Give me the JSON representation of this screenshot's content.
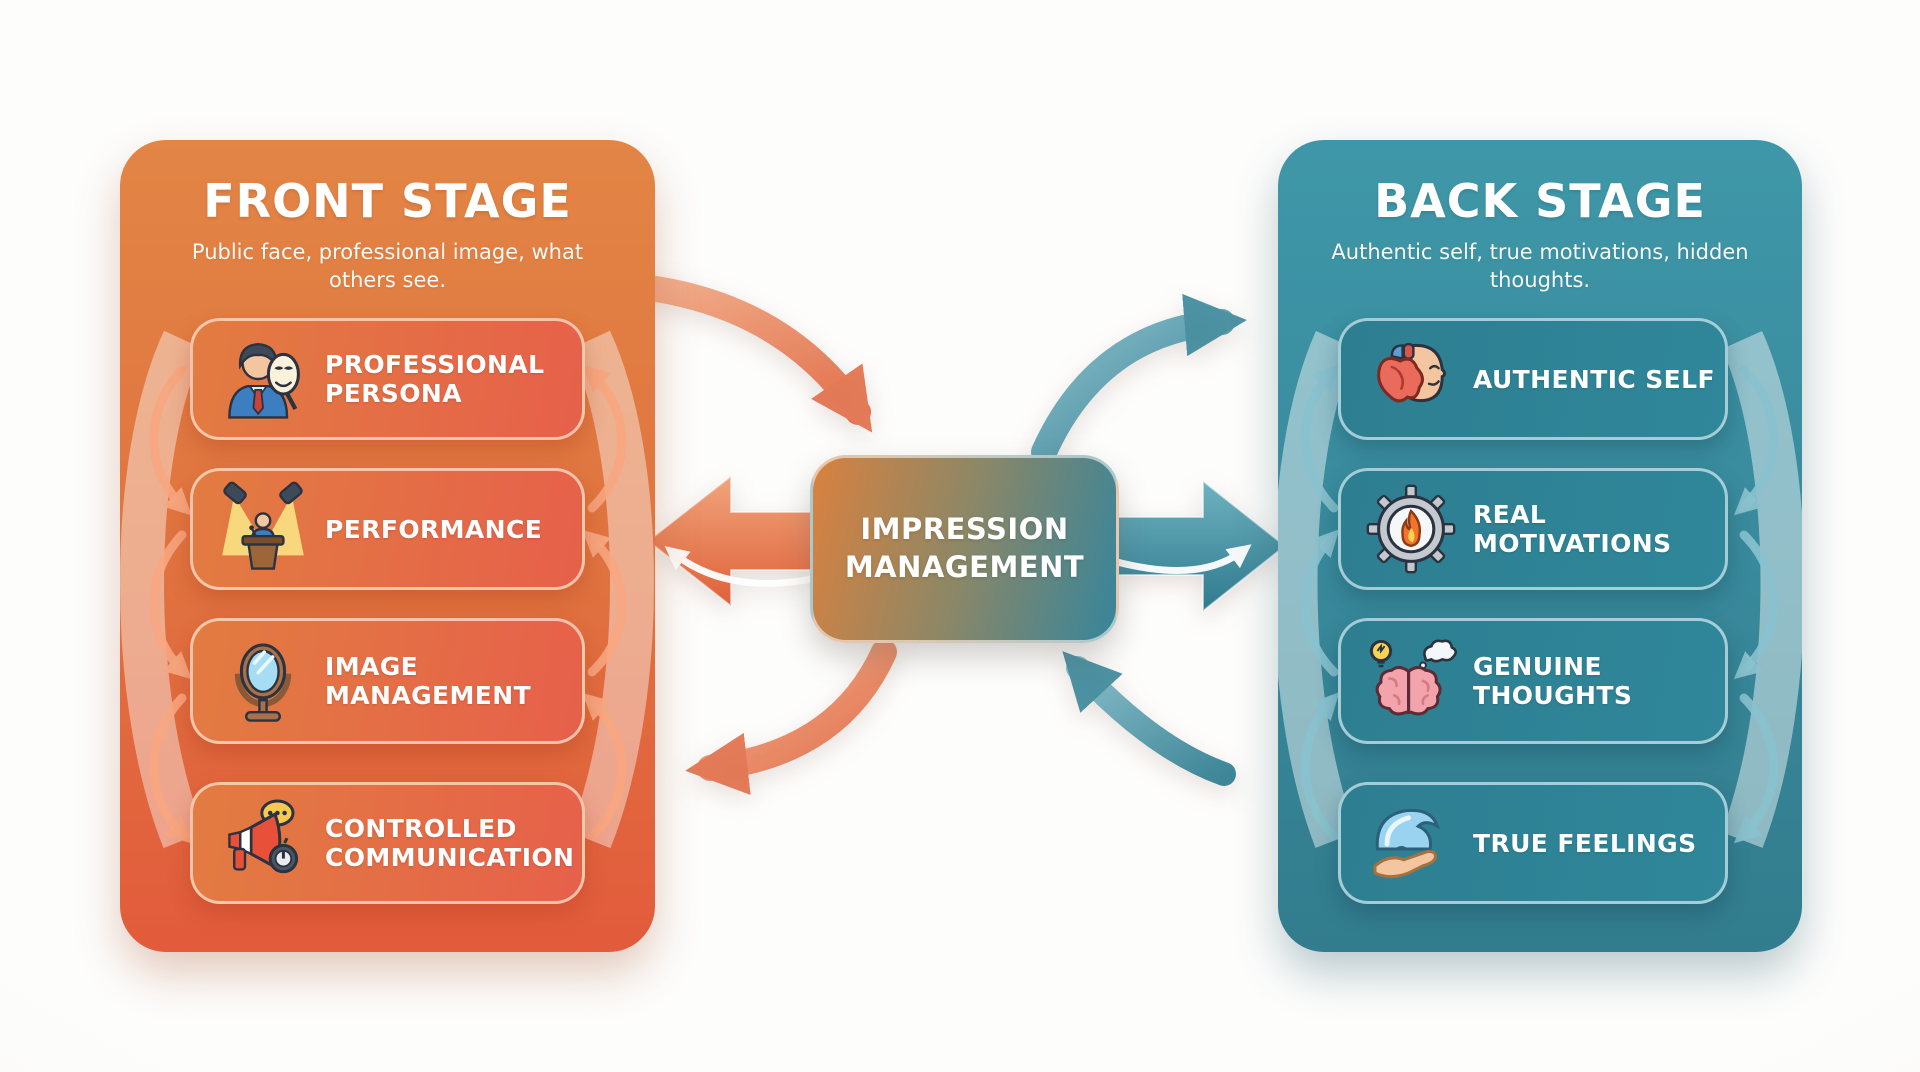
{
  "front_stage": {
    "title": "FRONT STAGE",
    "subtitle": "Public face, professional image, what others see.",
    "accent_color": "#E2823E",
    "card_color": "#E5694A",
    "items": [
      {
        "label": "Professional Persona",
        "icon": "person-mask-icon"
      },
      {
        "label": "Performance",
        "icon": "podium-spotlight-icon"
      },
      {
        "label": "Image Management",
        "icon": "mirror-icon"
      },
      {
        "label": "Controlled Communication",
        "icon": "megaphone-timer-icon"
      }
    ]
  },
  "center": {
    "label": "IMPRESSION MANAGEMENT",
    "gradient_left": "#D9813F",
    "gradient_right": "#37859B"
  },
  "back_stage": {
    "title": "BACK STAGE",
    "subtitle": "Authentic self, true motivations, hidden thoughts.",
    "accent_color": "#3594A5",
    "card_color": "#2E7E91",
    "items": [
      {
        "label": "Authentic Self",
        "icon": "heart-face-icon"
      },
      {
        "label": "Real Motivations",
        "icon": "gear-flame-icon"
      },
      {
        "label": "Genuine Thoughts",
        "icon": "brain-idea-icon"
      },
      {
        "label": "True Feelings",
        "icon": "wave-hand-icon"
      }
    ]
  }
}
